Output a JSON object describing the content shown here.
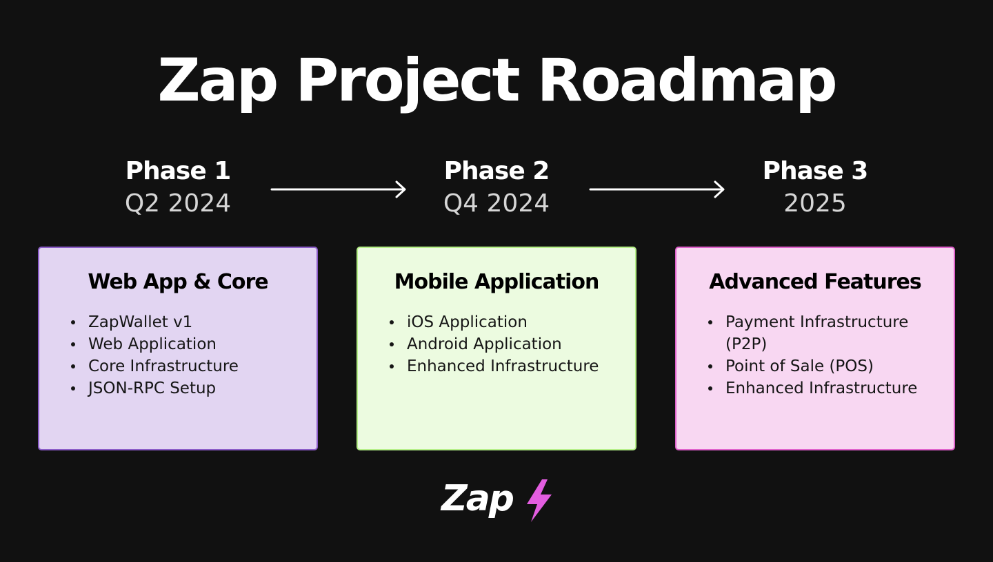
{
  "title": "Zap Project Roadmap",
  "phases": [
    {
      "name": "Phase 1",
      "date": "Q2 2024",
      "card_title": "Web App & Core",
      "items": [
        "ZapWallet v1",
        "Web Application",
        "Core Infrastructure",
        "JSON-RPC Setup"
      ],
      "card_bg": "#e2d5f2",
      "card_border": "#8b5cc8"
    },
    {
      "name": "Phase 2",
      "date": "Q4 2024",
      "card_title": "Mobile Application",
      "items": [
        "iOS Application",
        "Android Application",
        "Enhanced Infrastructure"
      ],
      "card_bg": "#ecfbe0",
      "card_border": "#b5ef88"
    },
    {
      "name": "Phase 3",
      "date": "2025",
      "card_title": "Advanced Features",
      "items": [
        "Payment Infrastructure (P2P)",
        "Point of Sale (POS)",
        "Enhanced Infrastructure"
      ],
      "card_bg": "#f8d7f2",
      "card_border": "#e061cc"
    }
  ],
  "logo": {
    "text": "Zap",
    "bolt_color": "#e35de0",
    "icon": "lightning-bolt-icon"
  },
  "colors": {
    "background": "#111111",
    "arrow": "#ffffff"
  }
}
